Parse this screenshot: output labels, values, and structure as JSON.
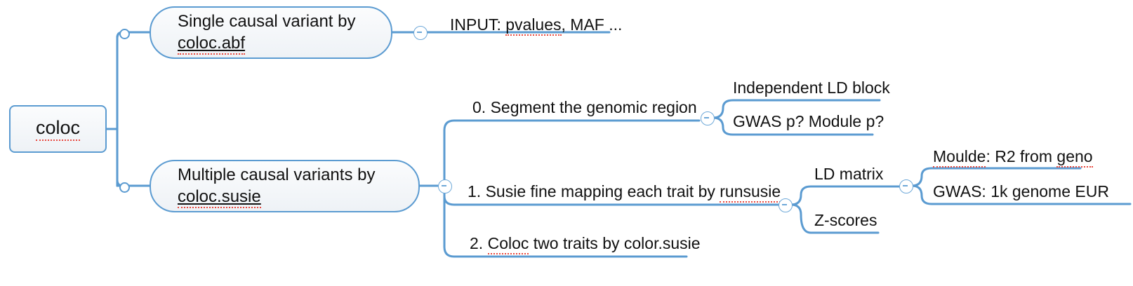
{
  "diagram": {
    "type": "mind-map",
    "title": "coloc",
    "colors": {
      "branch": "#5b9bd1",
      "node_border": "#5b9bd1",
      "node_fill": "#eef2f6",
      "text": "#111111",
      "spellcheck_underline": "#e8493f",
      "background": "#ffffff"
    }
  },
  "root": {
    "label": "coloc",
    "spellchecked": true
  },
  "branches": [
    {
      "id": "coloc-abf",
      "shape": "pill",
      "line1": "Single causal variant by",
      "line2": "coloc.abf",
      "line2_underlined": true,
      "line2_spellchecked": true,
      "toggle": "collapse-minus",
      "children": [
        {
          "id": "input-pvalues",
          "label": "INPUT: pvalues, MAF ...",
          "spell_word": "pvalues"
        }
      ]
    },
    {
      "id": "coloc-susie",
      "shape": "pill",
      "line1": "Multiple causal variants by",
      "line2": "coloc.susie",
      "line2_underlined": true,
      "line2_spellchecked": true,
      "toggle": "collapse-minus",
      "children": [
        {
          "id": "step-0",
          "label": "0. Segment the genomic region",
          "toggle": "collapse-minus",
          "children": [
            {
              "id": "independent-ld-block",
              "label": "Independent LD block"
            },
            {
              "id": "gwas-p-module-p",
              "label": "GWAS p? Module p?"
            }
          ]
        },
        {
          "id": "step-1",
          "label_prefix": "1. Susie fine mapping each trait by ",
          "label_spell": "runsusie",
          "label": "1. Susie fine mapping each trait by runsusie",
          "toggle": "collapse-minus",
          "children": [
            {
              "id": "ld-matrix",
              "label": "LD matrix",
              "toggle": "collapse-minus",
              "children": [
                {
                  "id": "moulde-r2-geno",
                  "label": "Moulde: R2 from geno",
                  "spell_words": [
                    "Moulde",
                    "geno"
                  ]
                },
                {
                  "id": "gwas-1k-genome-eur",
                  "label": "GWAS: 1k genome EUR"
                }
              ]
            },
            {
              "id": "z-scores",
              "label": "Z-scores"
            }
          ]
        },
        {
          "id": "step-2",
          "label_spell": "Coloc",
          "label": "2. Coloc two traits by color.susie",
          "label_prefix": "2. ",
          "label_suffix": " two traits by color.susie"
        }
      ]
    }
  ]
}
